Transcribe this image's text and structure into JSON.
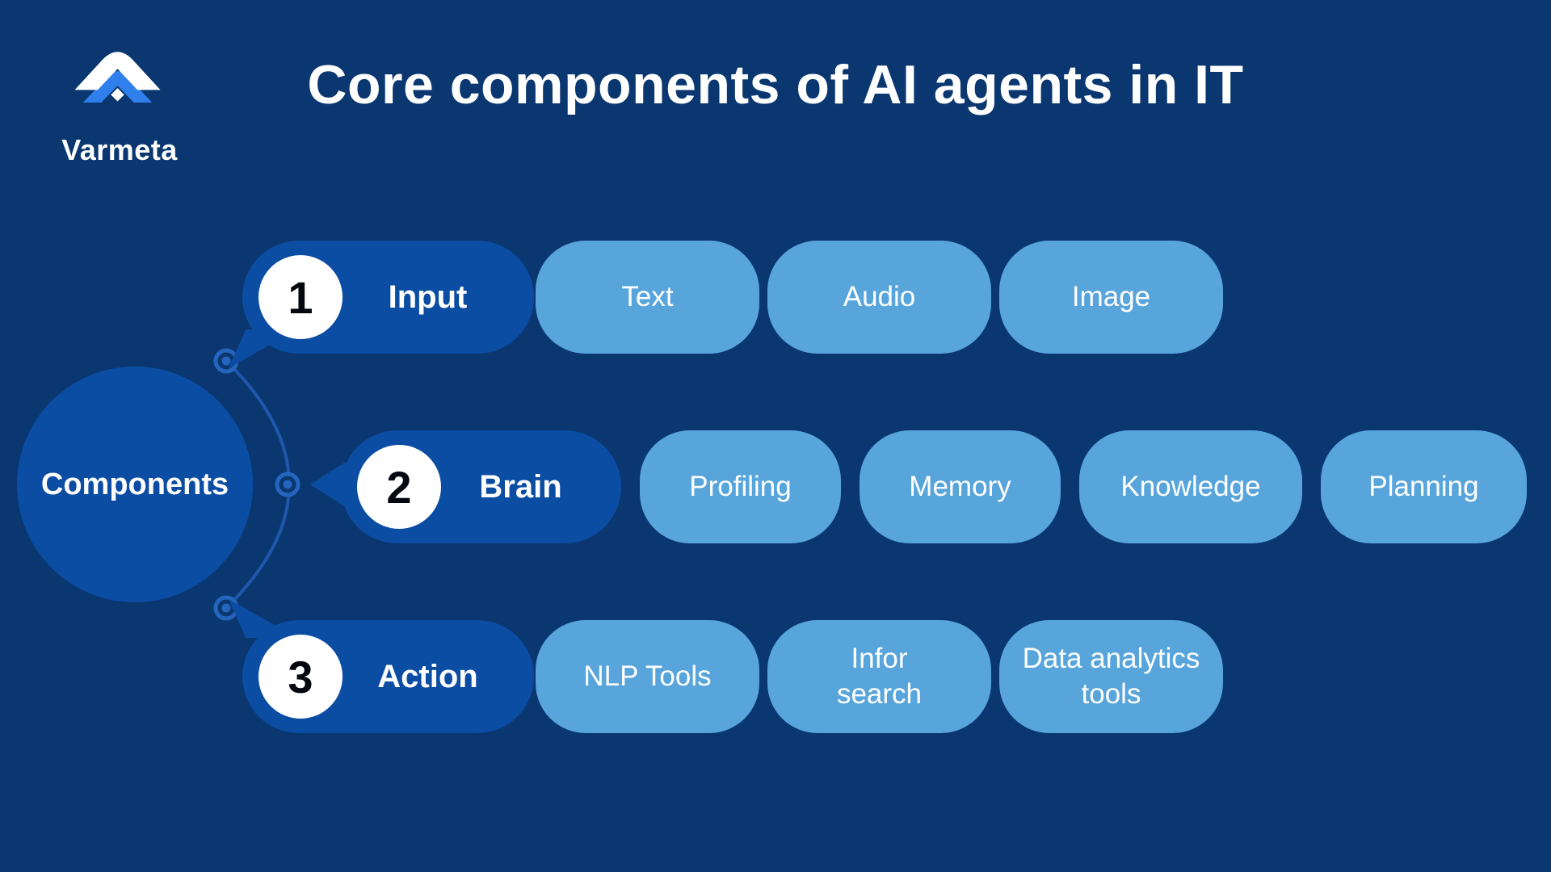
{
  "colors": {
    "background": "#0A3770",
    "primary": "#0C4DA4",
    "light_pill": "#58A5DC",
    "logo_accent": "#2F80ED",
    "connector": "#2565BE",
    "text_white": "#FFFFFF",
    "number_black": "#05070F"
  },
  "logo": {
    "brand": "Varmeta"
  },
  "header": {
    "title": "Core components of AI agents in IT"
  },
  "diagram": {
    "center_label": "Components",
    "branches": [
      {
        "number": "1",
        "label": "Input",
        "items": [
          "Text",
          "Audio",
          "Image"
        ]
      },
      {
        "number": "2",
        "label": "Brain",
        "items": [
          "Profiling",
          "Memory",
          "Knowledge",
          "Planning"
        ]
      },
      {
        "number": "3",
        "label": "Action",
        "items": [
          "NLP Tools",
          "Infor\nsearch",
          "Data analytics\ntools"
        ]
      }
    ]
  }
}
